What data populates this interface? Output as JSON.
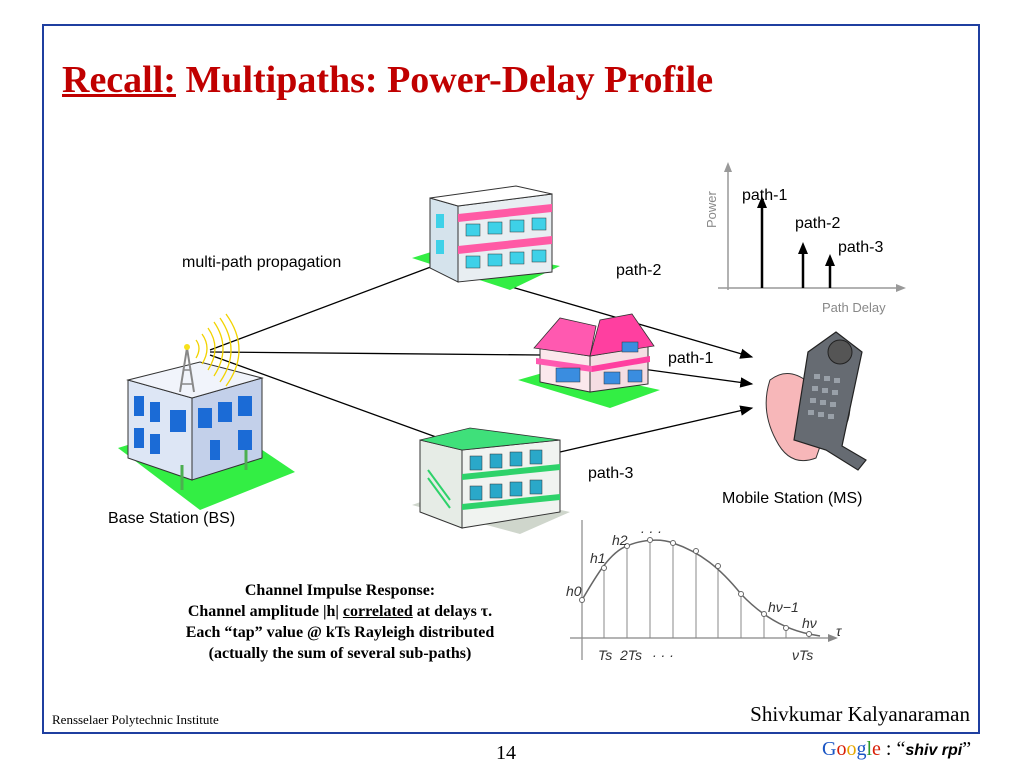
{
  "slide": {
    "title_prefix": "Recall:",
    "title_rest": " Multipaths: Power-Delay Profile",
    "labels": {
      "multipath": "multi-path propagation",
      "path1": "path-1",
      "path2": "path-2",
      "path3": "path-3",
      "base_station": "Base Station (BS)",
      "mobile_station": "Mobile Station (MS)"
    },
    "pdp_chart": {
      "ylabel": "Power",
      "xlabel": "Path Delay",
      "spikes": [
        "path-1",
        "path-2",
        "path-3"
      ]
    },
    "impulse_chart": {
      "tap_labels": [
        "h0",
        "h1",
        "h2",
        "· · ·",
        "hν−1",
        "hν"
      ],
      "axis_symbol": "τ",
      "x_ticks": [
        "Ts",
        "2Ts",
        "· · ·",
        "νTs"
      ]
    },
    "caption": {
      "line1": "Channel Impulse Response:",
      "line2_a": "Channel amplitude |h| ",
      "line2_b": "correlated",
      "line2_c": " at delays τ.",
      "line3": "Each “tap” value @ kTs Rayleigh distributed",
      "line4": "(actually the sum of several sub-paths)"
    },
    "footer": {
      "institute": "Rensselaer Polytechnic Institute",
      "author": "Shivkumar Kalyanaraman",
      "page_number": "14",
      "google_letters": [
        "G",
        "o",
        "o",
        "g",
        "l",
        "e"
      ],
      "search_prefix": " : “",
      "search_term": "shiv rpi",
      "search_suffix": "”"
    }
  },
  "colors": {
    "title": "#c00000",
    "frame": "#1f3fa0",
    "chart_axis": "#999999",
    "chart_text": "#888888"
  },
  "icons": [
    "base-station-building-icon",
    "antenna-tower-icon",
    "office-building-icon",
    "pink-house-icon",
    "green-apartment-icon",
    "mobile-phone-hand-icon"
  ]
}
